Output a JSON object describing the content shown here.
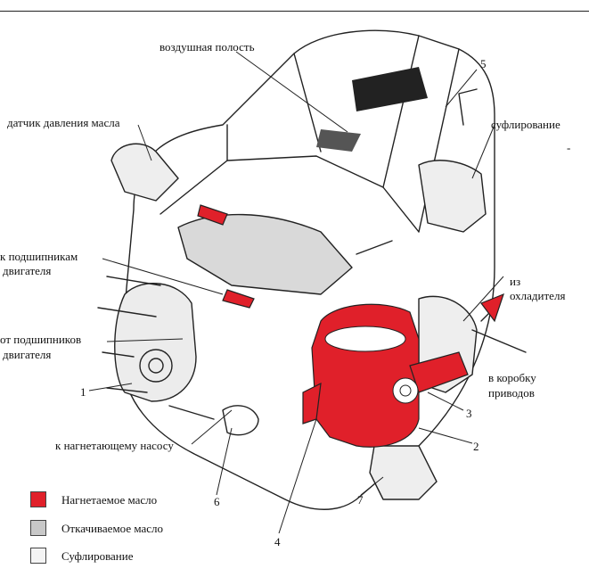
{
  "labels": {
    "air_cavity": "воздушная полость",
    "oil_pressure_sensor": "датчик давления масла",
    "breather": "суфлирование",
    "dash_mark": "-",
    "to_bearings_1": "к подшипникам",
    "to_bearings_2": "двигателя",
    "from_bearings_1": "от подшипников",
    "from_bearings_2": "двигателя",
    "from_cooler_1": "из",
    "from_cooler_2": "охладителя",
    "to_gearbox_1": "в коробку",
    "to_gearbox_2": "приводов",
    "to_pressure_pump": "к нагнетающему насосу"
  },
  "numbers": {
    "n1": "1",
    "n2": "2",
    "n3": "3",
    "n4": "4",
    "n5": "5",
    "n6": "6",
    "n7": "7"
  },
  "legend": [
    {
      "label": "Нагнетаемое масло",
      "color": "#e0202a"
    },
    {
      "label": "Откачиваемое масло",
      "color": "#c8c8c8"
    },
    {
      "label": "Суфлирование",
      "color": "#f4f4f4"
    }
  ],
  "colors": {
    "pressure_oil": "#e0202a",
    "scavenge_oil": "#c8c8c8",
    "breather": "#f4f4f4"
  }
}
